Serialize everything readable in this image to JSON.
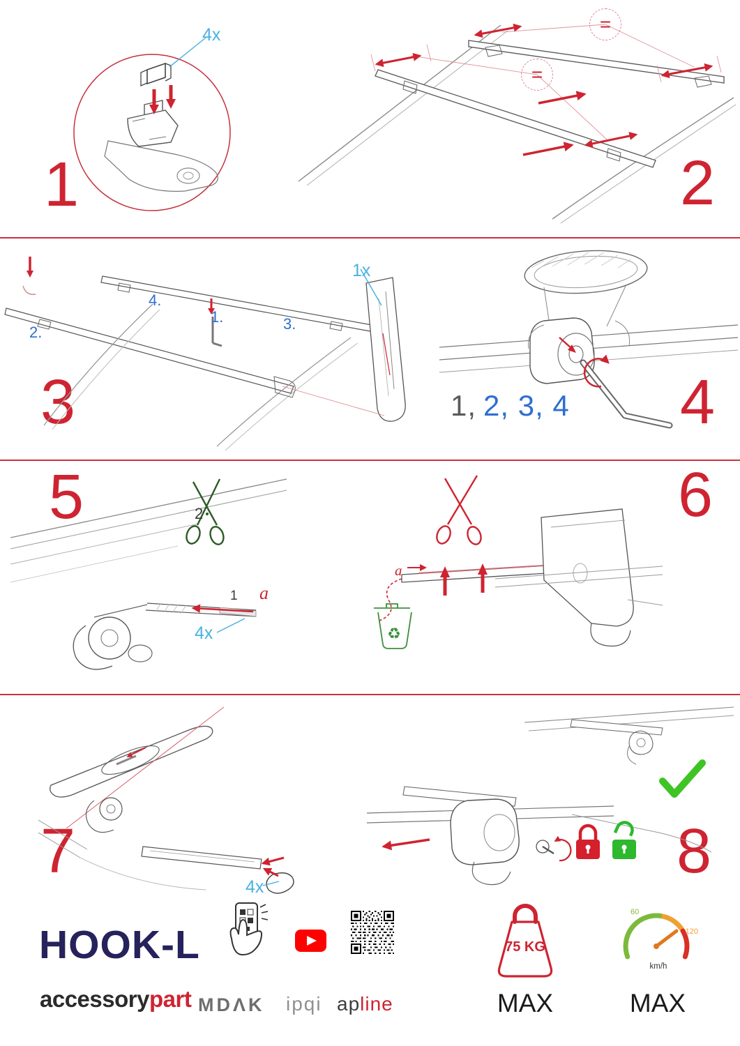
{
  "steps": {
    "s1": {
      "number": "1",
      "qty": "4x"
    },
    "s2": {
      "number": "2",
      "eq1": "=",
      "eq2": "="
    },
    "s3": {
      "number": "3",
      "qty": "1x",
      "sub1": "1.",
      "sub2": "2.",
      "sub3": "3.",
      "sub4": "4."
    },
    "s4": {
      "number": "4",
      "seq_done": "1,",
      "seq_todo": "2, 3, 4"
    },
    "s5": {
      "number": "5",
      "cut_label": "2",
      "insert_label": "1",
      "part_label": "a",
      "qty": "4x"
    },
    "s6": {
      "number": "6",
      "part_label": "a"
    },
    "s7": {
      "number": "7",
      "qty": "4x"
    },
    "s8": {
      "number": "8"
    }
  },
  "footer": {
    "product_name": "HOOK-L",
    "brand": {
      "dark": "accessory",
      "red": "part"
    },
    "logos": {
      "mdak": "MDΛK",
      "ipqi": "ipqi",
      "apline_dark": "ap",
      "apline_red": "line"
    },
    "load": {
      "value": "75 KG",
      "max": "MAX"
    },
    "speed": {
      "low": "60",
      "high": "120",
      "unit": "km/h",
      "max": "MAX"
    }
  },
  "icons": {
    "recycle_glyph": "♻"
  },
  "colors": {
    "accent_red": "#ce2431",
    "qty_cyan": "#49b2e2",
    "label_blue": "#2e6fd0",
    "success_green": "#3fc426",
    "brand_navy": "#26225c"
  }
}
